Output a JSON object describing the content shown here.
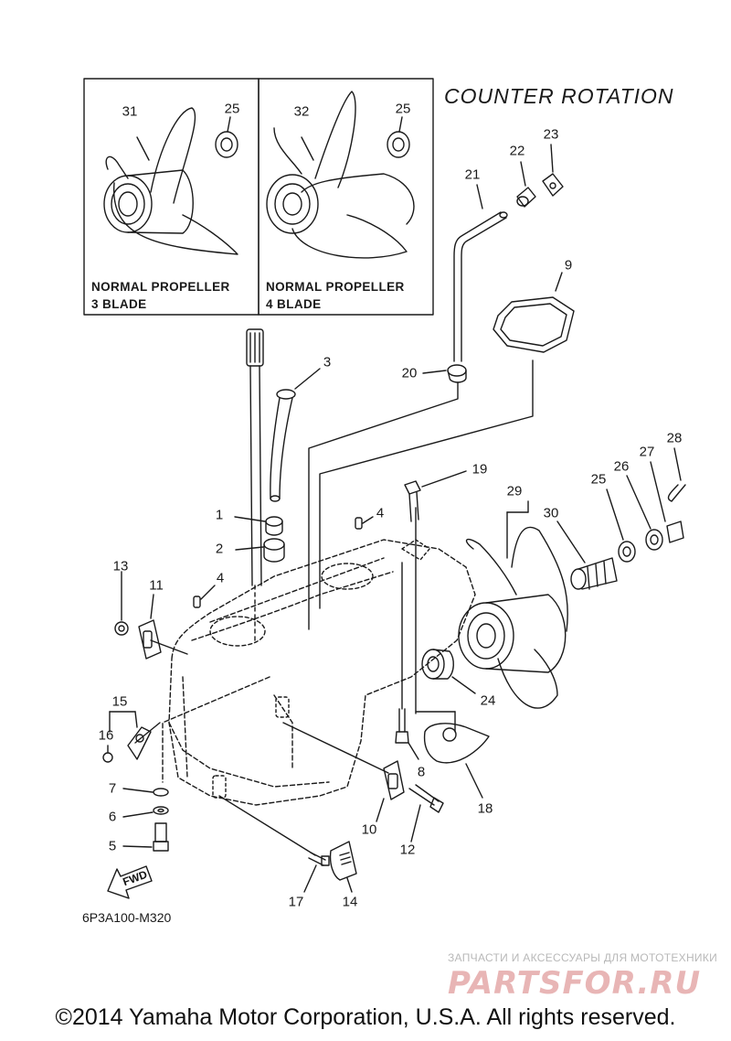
{
  "title": "COUNTER  ROTATION",
  "insets": [
    {
      "part": "31",
      "washer": "25",
      "line1": "NORMAL PROPELLER",
      "line2": "3 BLADE"
    },
    {
      "part": "32",
      "washer": "25",
      "line1": "NORMAL PROPELLER",
      "line2": "4 BLADE"
    }
  ],
  "callouts": {
    "n1": "1",
    "n2": "2",
    "n3": "3",
    "n4a": "4",
    "n4b": "4",
    "n5": "5",
    "n6": "6",
    "n7": "7",
    "n8": "8",
    "n9": "9",
    "n10": "10",
    "n11": "11",
    "n12": "12",
    "n13": "13",
    "n14": "14",
    "n15": "15",
    "n16": "16",
    "n17": "17",
    "n18": "18",
    "n19": "19",
    "n20": "20",
    "n21": "21",
    "n22": "22",
    "n23": "23",
    "n24": "24",
    "n25": "25",
    "n26": "26",
    "n27": "27",
    "n28": "28",
    "n29": "29",
    "n30": "30"
  },
  "fwd_label": "FWD",
  "diagram_code": "6P3A100-M320",
  "watermark": {
    "line1": "ЗАПЧАСТИ И АКСЕССУАРЫ ДЛЯ МОТОТЕХНИКИ",
    "line2": "PARTSFOR.RU"
  },
  "copyright": "©2014 Yamaha Motor Corporation, U.S.A. All rights reserved."
}
